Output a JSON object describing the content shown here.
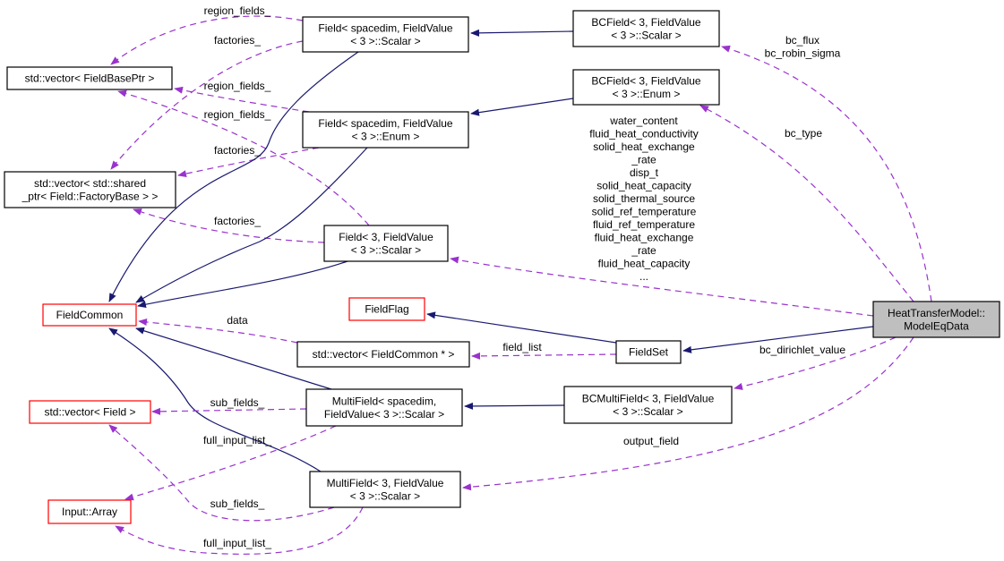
{
  "colors": {
    "inherit_edge": "#191970",
    "usage_edge": "#9a32cd",
    "node_border": "#000000",
    "incomplete_node_border": "#ff0000",
    "focus_node_fill": "#bfbfbf"
  },
  "nodes": [
    {
      "id": "field_sd_scalar",
      "lines": [
        "Field< spacedim, FieldValue",
        "< 3 >::Scalar >"
      ],
      "style": "normal"
    },
    {
      "id": "field_sd_enum",
      "lines": [
        "Field< spacedim, FieldValue",
        "< 3 >::Enum >"
      ],
      "style": "normal"
    },
    {
      "id": "field_3_scalar",
      "lines": [
        "Field< 3, FieldValue",
        "< 3 >::Scalar >"
      ],
      "style": "normal"
    },
    {
      "id": "vec_fieldbaseptr",
      "lines": [
        "std::vector< FieldBasePtr >"
      ],
      "style": "normal"
    },
    {
      "id": "vec_factory",
      "lines": [
        "std::vector< std::shared",
        "_ptr< Field::FactoryBase > >"
      ],
      "style": "normal"
    },
    {
      "id": "bcfield_scalar",
      "lines": [
        "BCField< 3, FieldValue",
        "< 3 >::Scalar >"
      ],
      "style": "normal"
    },
    {
      "id": "bcfield_enum",
      "lines": [
        "BCField< 3, FieldValue",
        "< 3 >::Enum >"
      ],
      "style": "normal"
    },
    {
      "id": "fieldcommon",
      "lines": [
        "FieldCommon"
      ],
      "style": "incomplete"
    },
    {
      "id": "fieldflag",
      "lines": [
        "FieldFlag"
      ],
      "style": "incomplete"
    },
    {
      "id": "vec_fieldcommon",
      "lines": [
        "std::vector< FieldCommon * >"
      ],
      "style": "normal"
    },
    {
      "id": "fieldset",
      "lines": [
        "FieldSet"
      ],
      "style": "normal"
    },
    {
      "id": "model_eq_data",
      "lines": [
        "HeatTransferModel::",
        "ModelEqData"
      ],
      "style": "focus"
    },
    {
      "id": "vec_field",
      "lines": [
        "std::vector< Field >"
      ],
      "style": "incomplete"
    },
    {
      "id": "multifield_sd",
      "lines": [
        "MultiField< spacedim,",
        "FieldValue< 3 >::Scalar >"
      ],
      "style": "normal"
    },
    {
      "id": "bcmultifield",
      "lines": [
        "BCMultiField< 3, FieldValue",
        "< 3 >::Scalar >"
      ],
      "style": "normal"
    },
    {
      "id": "multifield_3",
      "lines": [
        "MultiField< 3, FieldValue",
        "< 3 >::Scalar >"
      ],
      "style": "normal"
    },
    {
      "id": "input_array",
      "lines": [
        "Input::Array"
      ],
      "style": "incomplete"
    }
  ],
  "edges": [
    {
      "from": "field_sd_scalar",
      "to": "vec_fieldbaseptr",
      "kind": "usage",
      "label": [
        "region_fields_"
      ]
    },
    {
      "from": "field_sd_scalar",
      "to": "vec_factory",
      "kind": "usage",
      "label": [
        "factories_"
      ]
    },
    {
      "from": "field_sd_enum",
      "to": "vec_fieldbaseptr",
      "kind": "usage",
      "label": [
        "region_fields_"
      ]
    },
    {
      "from": "field_3_scalar",
      "to": "vec_fieldbaseptr",
      "kind": "usage",
      "label": [
        "region_fields_"
      ]
    },
    {
      "from": "field_sd_enum",
      "to": "vec_factory",
      "kind": "usage",
      "label": [
        "factories_"
      ]
    },
    {
      "from": "field_3_scalar",
      "to": "vec_factory",
      "kind": "usage",
      "label": [
        "factories_"
      ]
    },
    {
      "from": "field_sd_scalar",
      "to": "fieldcommon",
      "kind": "inherit",
      "label": []
    },
    {
      "from": "field_sd_enum",
      "to": "fieldcommon",
      "kind": "inherit",
      "label": []
    },
    {
      "from": "field_3_scalar",
      "to": "fieldcommon",
      "kind": "inherit",
      "label": []
    },
    {
      "from": "bcfield_scalar",
      "to": "field_sd_scalar",
      "kind": "inherit",
      "label": []
    },
    {
      "from": "bcfield_enum",
      "to": "field_sd_enum",
      "kind": "inherit",
      "label": []
    },
    {
      "from": "vec_fieldcommon",
      "to": "fieldcommon",
      "kind": "usage",
      "label": [
        "data"
      ]
    },
    {
      "from": "fieldset",
      "to": "fieldflag",
      "kind": "inherit",
      "label": []
    },
    {
      "from": "fieldset",
      "to": "vec_fieldcommon",
      "kind": "usage",
      "label": [
        "field_list"
      ]
    },
    {
      "from": "model_eq_data",
      "to": "fieldset",
      "kind": "inherit",
      "label": []
    },
    {
      "from": "model_eq_data",
      "to": "field_3_scalar",
      "kind": "usage",
      "label": [
        "water_content",
        "fluid_heat_conductivity",
        "solid_heat_exchange",
        "_rate",
        "disp_t",
        "solid_heat_capacity",
        "solid_thermal_source",
        "solid_ref_temperature",
        "fluid_ref_temperature",
        "fluid_heat_exchange",
        "_rate",
        "fluid_heat_capacity",
        "..."
      ]
    },
    {
      "from": "model_eq_data",
      "to": "bcfield_scalar",
      "kind": "usage",
      "label": [
        "bc_flux",
        "bc_robin_sigma"
      ]
    },
    {
      "from": "model_eq_data",
      "to": "bcfield_enum",
      "kind": "usage",
      "label": [
        "bc_type"
      ]
    },
    {
      "from": "model_eq_data",
      "to": "bcmultifield",
      "kind": "usage",
      "label": [
        "bc_dirichlet_value"
      ]
    },
    {
      "from": "model_eq_data",
      "to": "multifield_3",
      "kind": "usage",
      "label": [
        "output_field"
      ]
    },
    {
      "from": "multifield_sd",
      "to": "fieldcommon",
      "kind": "inherit",
      "label": []
    },
    {
      "from": "multifield_3",
      "to": "fieldcommon",
      "kind": "inherit",
      "label": []
    },
    {
      "from": "multifield_sd",
      "to": "vec_field",
      "kind": "usage",
      "label": [
        "sub_fields_"
      ]
    },
    {
      "from": "multifield_sd",
      "to": "input_array",
      "kind": "usage",
      "label": [
        "full_input_list_"
      ]
    },
    {
      "from": "multifield_3",
      "to": "vec_field",
      "kind": "usage",
      "label": [
        "sub_fields_"
      ]
    },
    {
      "from": "bcmultifield",
      "to": "multifield_sd",
      "kind": "inherit",
      "label": []
    },
    {
      "from": "multifield_3",
      "to": "input_array",
      "kind": "usage",
      "label": [
        "full_input_list_"
      ]
    }
  ]
}
